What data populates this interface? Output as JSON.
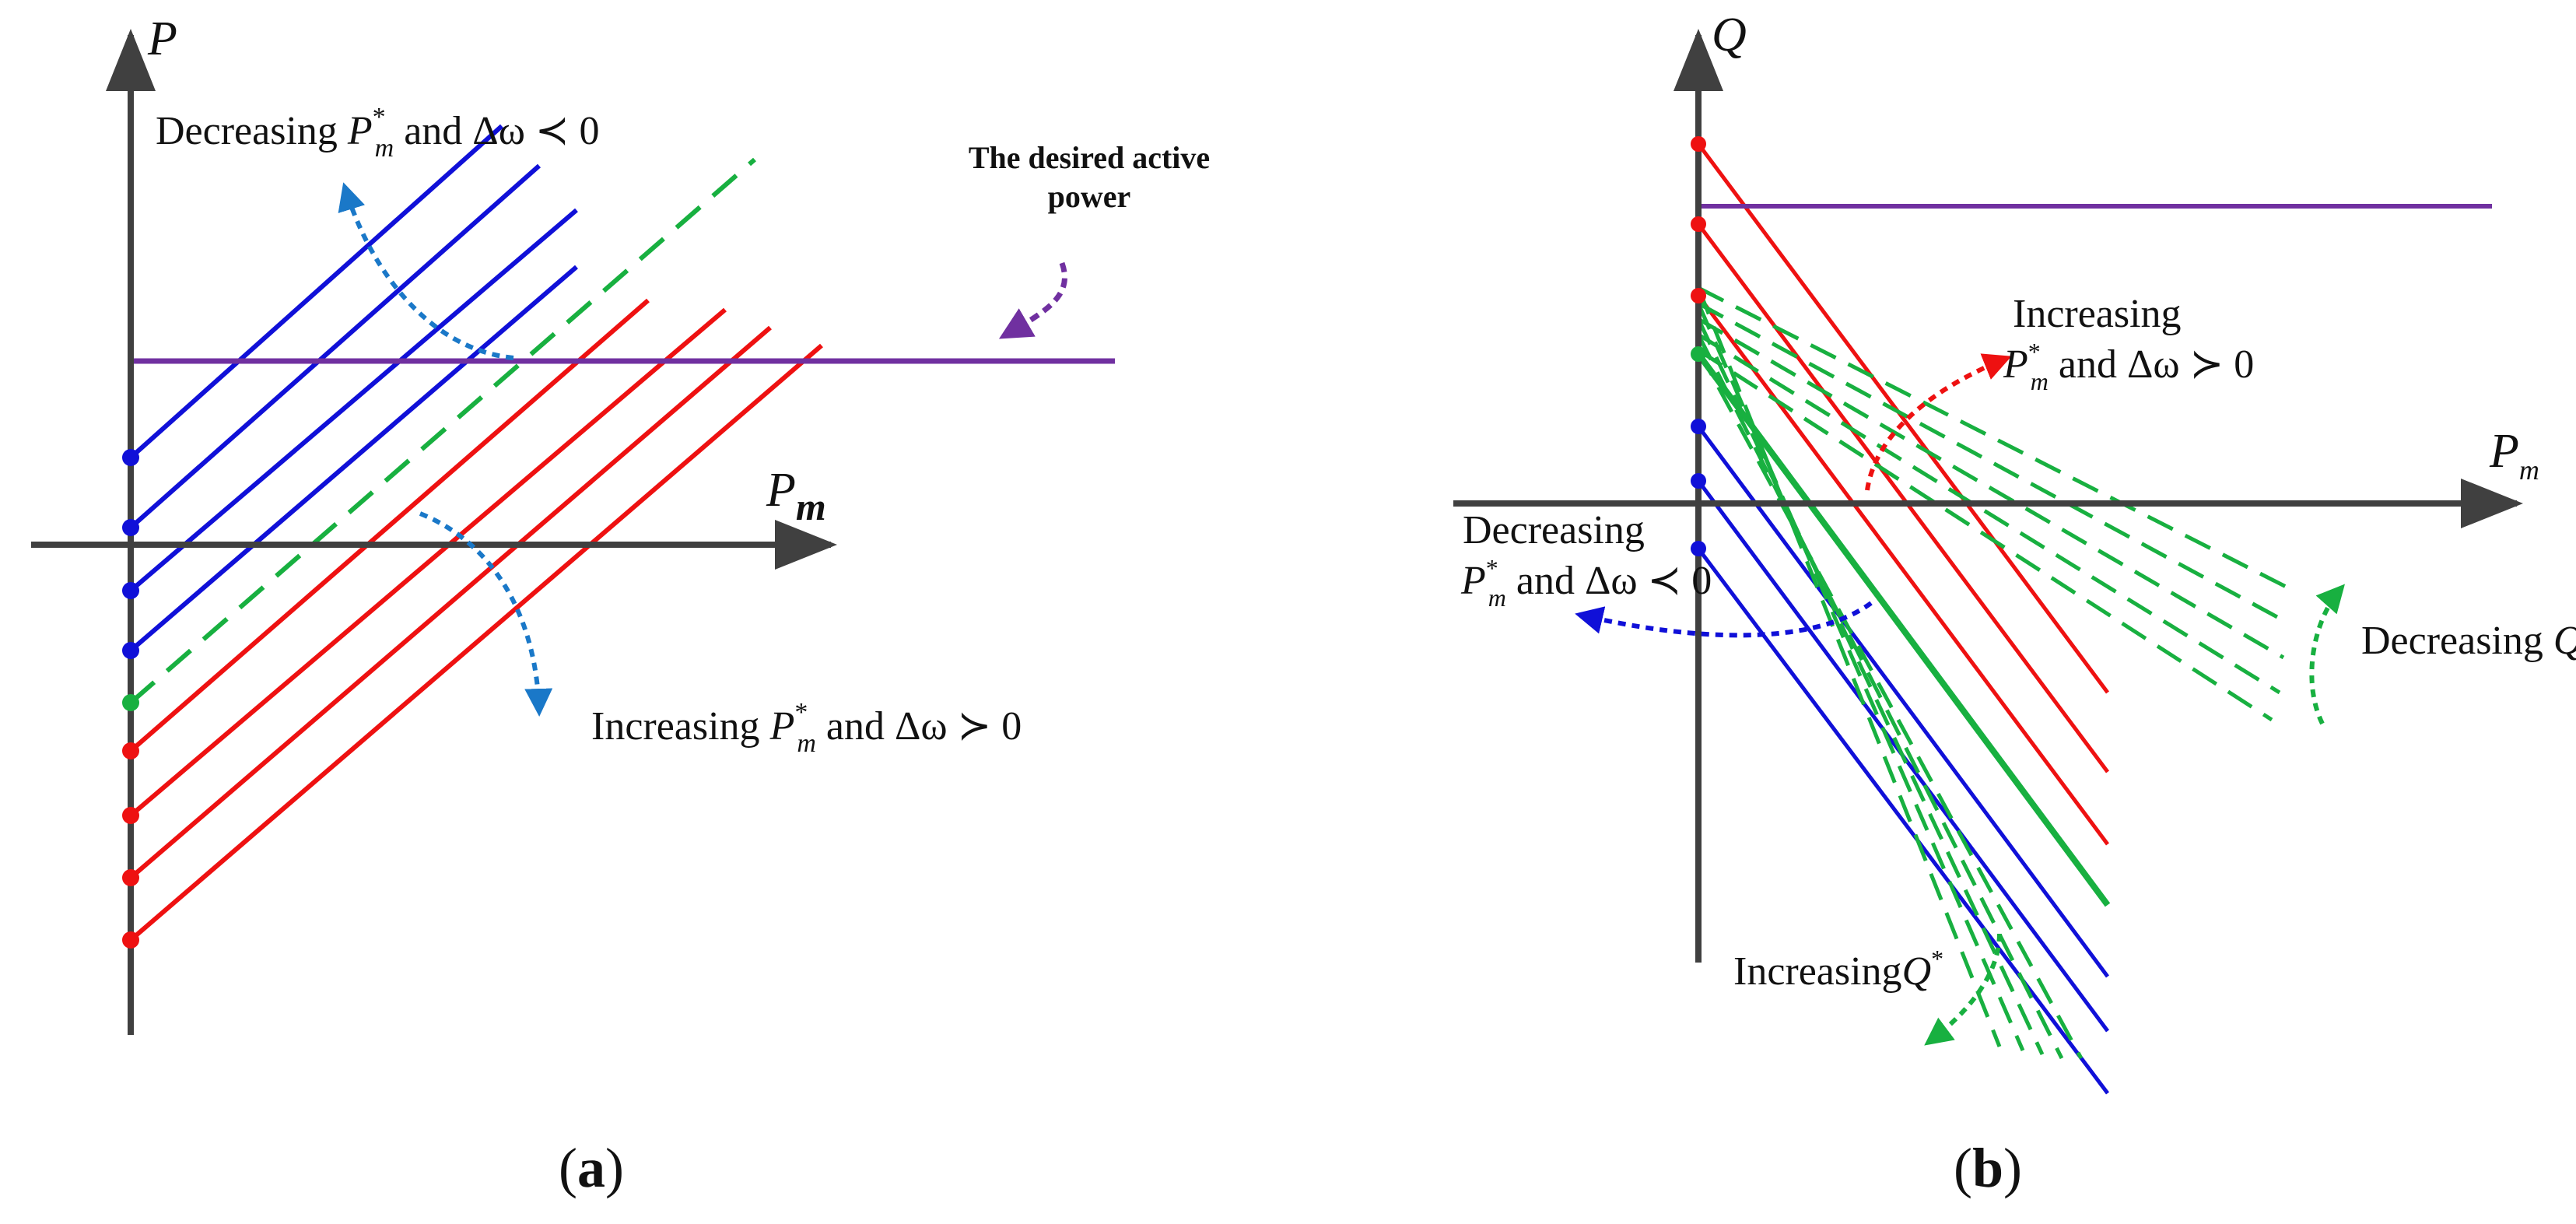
{
  "colors": {
    "axis": "#404040",
    "blue": "#1010d8",
    "red": "#ee1111",
    "green": "#18b040",
    "purple": "#7030a0",
    "cyan_arrow": "#1a78c8",
    "red_arrow": "#ee1111",
    "blue_arrow": "#1010d8",
    "green_arrow": "#18b040"
  },
  "panel_a": {
    "y_axis_label": "P",
    "x_axis_label_main": "P",
    "x_axis_label_sub": "m",
    "annot_decreasing": {
      "pre": "Decreasing ",
      "sym": "P",
      "sup": "*",
      "sub": "m",
      "post": " and Δω ≺ 0"
    },
    "annot_increasing": {
      "pre": "Increasing ",
      "sym": "P",
      "sup": "*",
      "sub": "m",
      "post": " and Δω ≻ 0"
    },
    "desired_line1": "The desired active",
    "desired_line2": "power",
    "caption_open": "(",
    "caption_letter": "a",
    "caption_close": ")"
  },
  "panel_b": {
    "y_axis_label": "Q",
    "x_axis_label_main": "P",
    "x_axis_label_sub": "m",
    "annot_increasing_line1": "Increasing",
    "annot_increasing_line2": {
      "sym": "P",
      "sup": "*",
      "sub": "m",
      "post": " and Δω ≻ 0"
    },
    "annot_decreasing_line1": "Decreasing",
    "annot_decreasing_line2": {
      "sym": "P",
      "sup": "*",
      "sub": "m",
      "post": " and Δω ≺ 0"
    },
    "annot_decreasing_q": {
      "pre": "Decreasing ",
      "sym": "Q",
      "sup": "*"
    },
    "annot_increasing_q": {
      "pre": "Increasing",
      "sym": "Q",
      "sup": "*"
    },
    "caption_open": "(",
    "caption_letter": "b",
    "caption_close": ")"
  }
}
